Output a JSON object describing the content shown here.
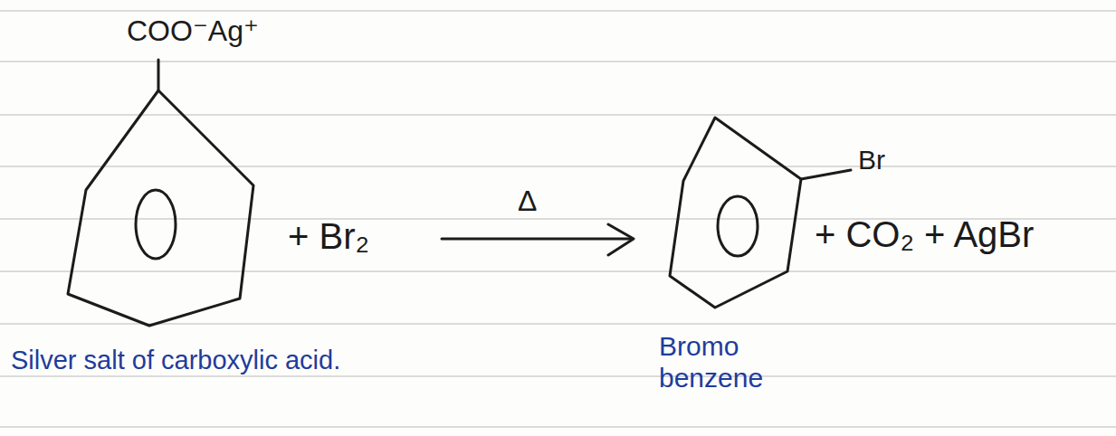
{
  "diagram": {
    "labels": [
      "COO⁻Ag⁺",
      "+ Br₂",
      "Δ",
      "Br",
      "+ CO₂ + AgBr",
      "Silver salt of carboxylic acid.",
      "Bromo benzene"
    ]
  }
}
